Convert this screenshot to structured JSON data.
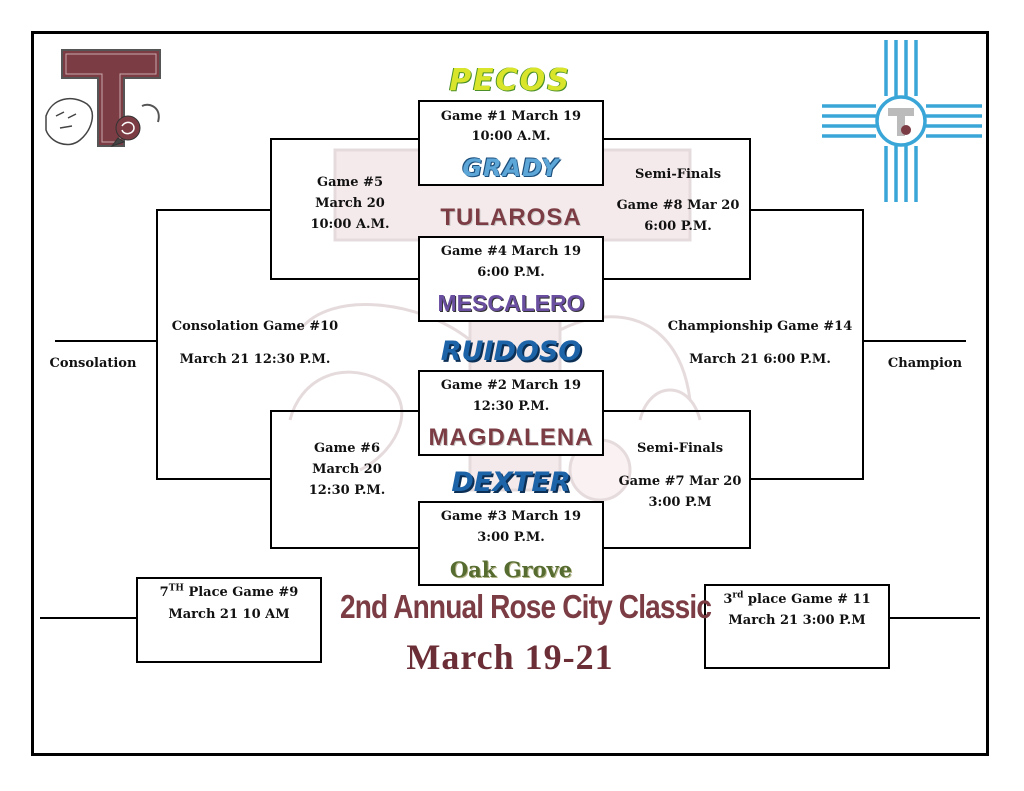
{
  "teams": {
    "pecos": "PECOS",
    "grady": "GRADY",
    "tularosa": "TULAROSA",
    "mescalero": "MESCALERO",
    "ruidoso": "RUIDOSO",
    "magdalena": "MAGDALENA",
    "dexter": "DEXTER",
    "oak_grove": "Oak Grove"
  },
  "games": {
    "g1": [
      "Game #1 March 19",
      "10:00 A.M."
    ],
    "g4": [
      "Game #4 March 19",
      "6:00 P.M."
    ],
    "g2": [
      "Game #2 March 19",
      "12:30 P.M."
    ],
    "g3": [
      "Game #3 March 19",
      "3:00 P.M."
    ],
    "g5": [
      "Game #5",
      "March 20",
      "10:00 A.M."
    ],
    "g6": [
      "Game #6",
      "March 20",
      "12:30 P.M."
    ],
    "semi_top": [
      "Semi-Finals",
      "Game #8 Mar 20",
      "6:00 P.M."
    ],
    "semi_bottom": [
      "Semi-Finals",
      "Game #7 Mar 20",
      "3:00 P.M"
    ],
    "consolation10": [
      "Consolation Game #10",
      "March 21 12:30 P.M."
    ],
    "championship14": [
      "Championship Game #14",
      "March 21 6:00 P.M."
    ],
    "seventh": {
      "prefix": "7",
      "sup": "TH",
      "rest": " Place Game #9",
      "line2": "March 21 10 AM"
    },
    "third": {
      "prefix": "3",
      "sup": "rd",
      "rest": " place Game # 11",
      "line2": "March 21 3:00 P.M"
    }
  },
  "labels": {
    "consolation": "Consolation",
    "champion": "Champion"
  },
  "title": {
    "line1": "2nd Annual Rose City Classic",
    "line2": "March 19-21"
  },
  "colors": {
    "maroon": "#7b3c44",
    "blue": "#1c63a8",
    "zia_blue": "#3aa6d8",
    "pecos_yellow": "#d8e52a"
  },
  "icons": {
    "left_logo": "tularosa-t-wildcat-logo",
    "right_logo": "zia-sun-symbol",
    "background": "wildcat-watermark"
  }
}
